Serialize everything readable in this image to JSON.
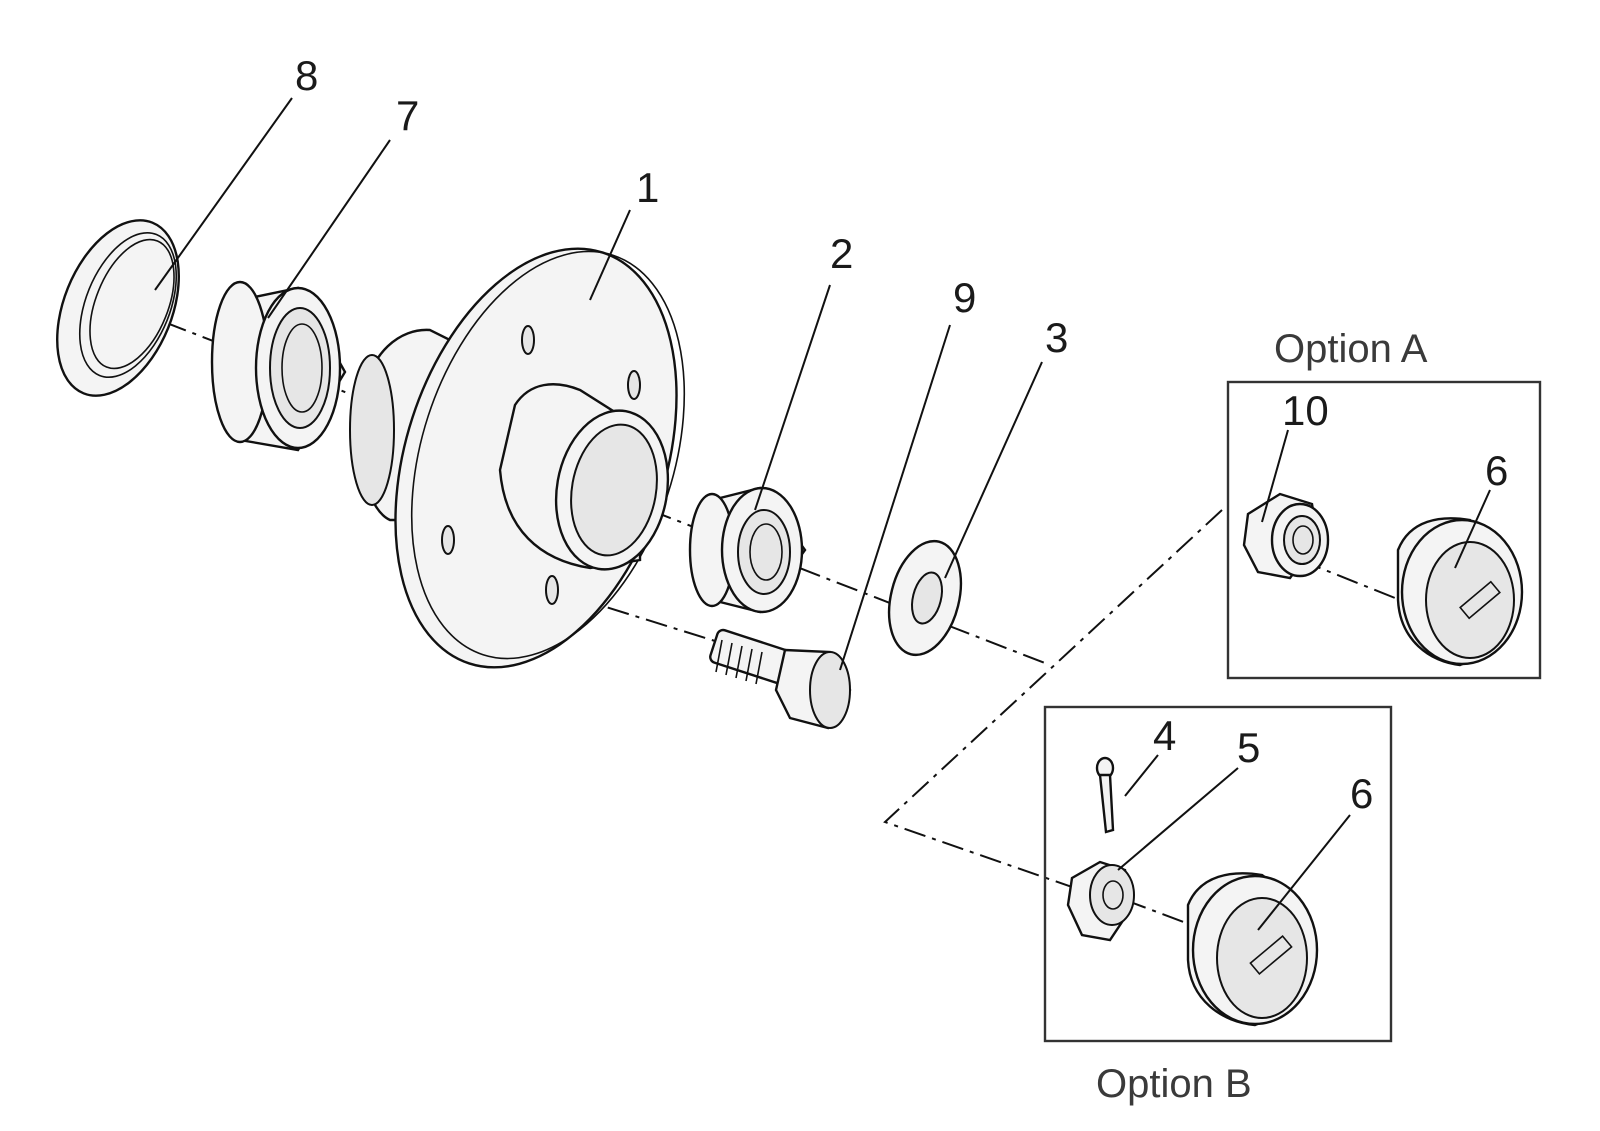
{
  "callouts": {
    "hub": "1",
    "inner_bearing": "2",
    "washer": "3",
    "cotter_pin": "4",
    "castle_nut": "5",
    "cap_option_a": "6",
    "cap_option_b": "6",
    "outer_bearing": "7",
    "seal": "8",
    "wheel_bolt": "9",
    "lock_nut": "10"
  },
  "options": {
    "a_title": "Option A",
    "b_title": "Option B"
  }
}
